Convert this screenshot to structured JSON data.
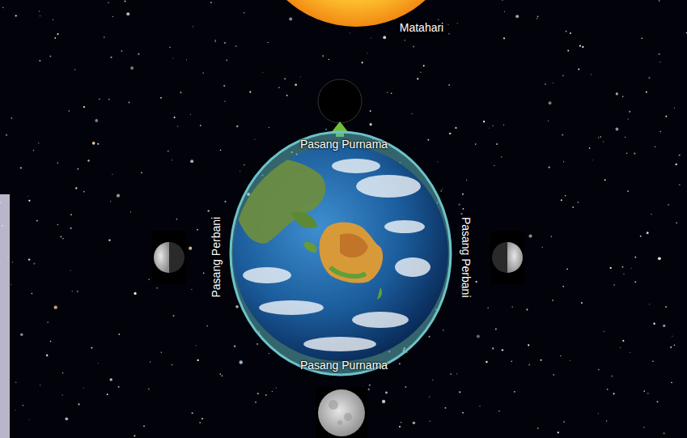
{
  "diagram": {
    "labels": [
      "Matahari",
      "Pasang Purnama",
      "Pasang Perbani",
      "Pasang Perbani",
      "Pasang Purnama"
    ]
  }
}
